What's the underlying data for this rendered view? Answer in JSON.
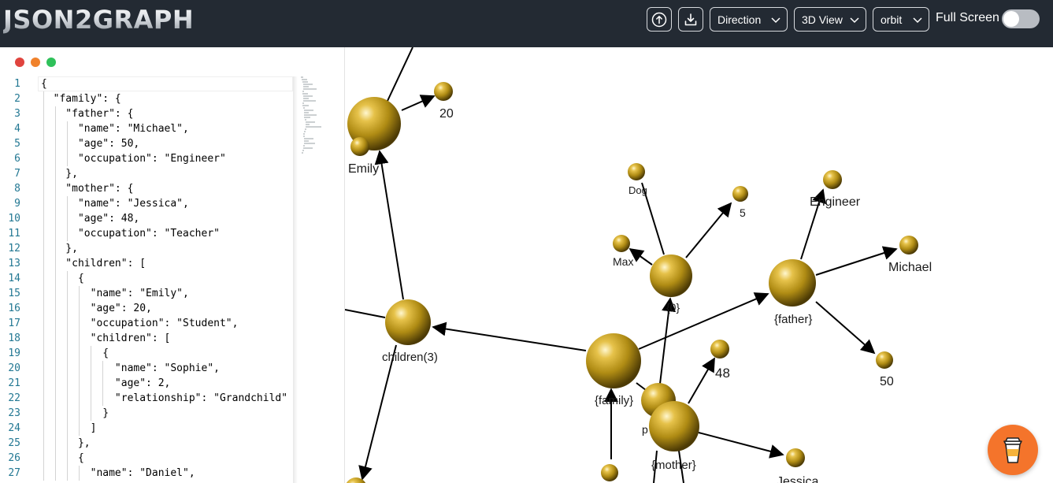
{
  "app": {
    "logo": "JSON2GRAPH"
  },
  "toolbar": {
    "upload_icon": "upload-icon",
    "download_icon": "download-icon",
    "direction_label": "Direction",
    "view_label": "3D View",
    "control_label": "orbit",
    "fullscreen_label": "Full Screen",
    "fullscreen_on": false
  },
  "editor": {
    "lines": [
      {
        "n": "1",
        "t": "{"
      },
      {
        "n": "2",
        "t": "  \"family\": {"
      },
      {
        "n": "3",
        "t": "    \"father\": {"
      },
      {
        "n": "4",
        "t": "      \"name\": \"Michael\","
      },
      {
        "n": "5",
        "t": "      \"age\": 50,"
      },
      {
        "n": "6",
        "t": "      \"occupation\": \"Engineer\""
      },
      {
        "n": "7",
        "t": "    },"
      },
      {
        "n": "8",
        "t": "    \"mother\": {"
      },
      {
        "n": "9",
        "t": "      \"name\": \"Jessica\","
      },
      {
        "n": "10",
        "t": "      \"age\": 48,"
      },
      {
        "n": "11",
        "t": "      \"occupation\": \"Teacher\""
      },
      {
        "n": "12",
        "t": "    },"
      },
      {
        "n": "13",
        "t": "    \"children\": ["
      },
      {
        "n": "14",
        "t": "      {"
      },
      {
        "n": "15",
        "t": "        \"name\": \"Emily\","
      },
      {
        "n": "16",
        "t": "        \"age\": 20,"
      },
      {
        "n": "17",
        "t": "        \"occupation\": \"Student\","
      },
      {
        "n": "18",
        "t": "        \"children\": ["
      },
      {
        "n": "19",
        "t": "          {"
      },
      {
        "n": "20",
        "t": "            \"name\": \"Sophie\","
      },
      {
        "n": "21",
        "t": "            \"age\": 2,"
      },
      {
        "n": "22",
        "t": "            \"relationship\": \"Grandchild\""
      },
      {
        "n": "23",
        "t": "          }"
      },
      {
        "n": "24",
        "t": "        ]"
      },
      {
        "n": "25",
        "t": "      },"
      },
      {
        "n": "26",
        "t": "      {"
      },
      {
        "n": "27",
        "t": "        \"name\": \"Daniel\","
      }
    ]
  },
  "graph": {
    "nodes": [
      {
        "id": "emily",
        "label": "Emily"
      },
      {
        "id": "emily_age",
        "label": "20"
      },
      {
        "id": "dog",
        "label": "Dog"
      },
      {
        "id": "five",
        "label": "5"
      },
      {
        "id": "max",
        "label": "Max"
      },
      {
        "id": "pet0",
        "label": "{0}"
      },
      {
        "id": "engineer",
        "label": "Engineer"
      },
      {
        "id": "michael",
        "label": "Michael"
      },
      {
        "id": "father",
        "label": "{father}"
      },
      {
        "id": "fifty",
        "label": "50"
      },
      {
        "id": "children",
        "label": "children(3)"
      },
      {
        "id": "family",
        "label": "{family}"
      },
      {
        "id": "mother",
        "label": "{mother}"
      },
      {
        "id": "fortyeight",
        "label": "48"
      },
      {
        "id": "jessica",
        "label": "Jessica"
      },
      {
        "id": "pets",
        "label": "p"
      }
    ]
  },
  "coffee_icon": "coffee-cup-icon",
  "colors": {
    "topbar": "#232a33",
    "node": "#b8941a",
    "coffee": "#f4742b"
  }
}
